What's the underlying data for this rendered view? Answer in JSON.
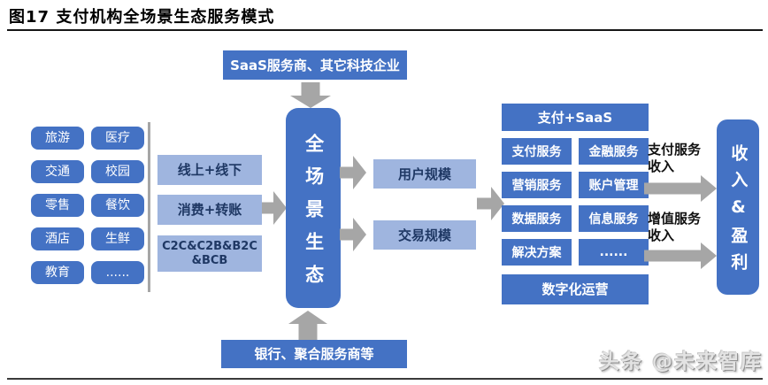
{
  "figure": {
    "title": "图17 支付机构全场景生态服务模式"
  },
  "colors": {
    "primary_blue": "#4472C4",
    "light_blue": "#9FB5DF",
    "dark_navy_text": "#1F3864",
    "arrow_gray": "#A6A6A6",
    "title_text": "#000000"
  },
  "top_box": {
    "label": "SaaS服务商、其它科技企业"
  },
  "scenes": {
    "items": [
      "旅游",
      "医疗",
      "交通",
      "校园",
      "零售",
      "餐饮",
      "酒店",
      "生鲜",
      "教育",
      "......"
    ]
  },
  "channels": {
    "items": [
      "线上+线下",
      "消费+转账",
      "C2C&C2B&B2C\n&BCB"
    ]
  },
  "center": {
    "label": "全场景生态"
  },
  "scales": {
    "items": [
      "用户规模",
      "交易规模"
    ]
  },
  "services": {
    "header": "支付+SaaS",
    "cells": [
      "支付服务",
      "金融服务",
      "营销服务",
      "账户管理",
      "数据服务",
      "信息服务",
      "解决方案",
      "......"
    ],
    "footer": "数字化运营"
  },
  "revenue": {
    "payment_income": "支付服务\n收入",
    "value_added_income": "增值服务\n收入"
  },
  "profit": {
    "label": "收入&盈利"
  },
  "bottom_box": {
    "label": "银行、聚合服务商等"
  },
  "watermark": {
    "label": "头条 @未来智库"
  }
}
